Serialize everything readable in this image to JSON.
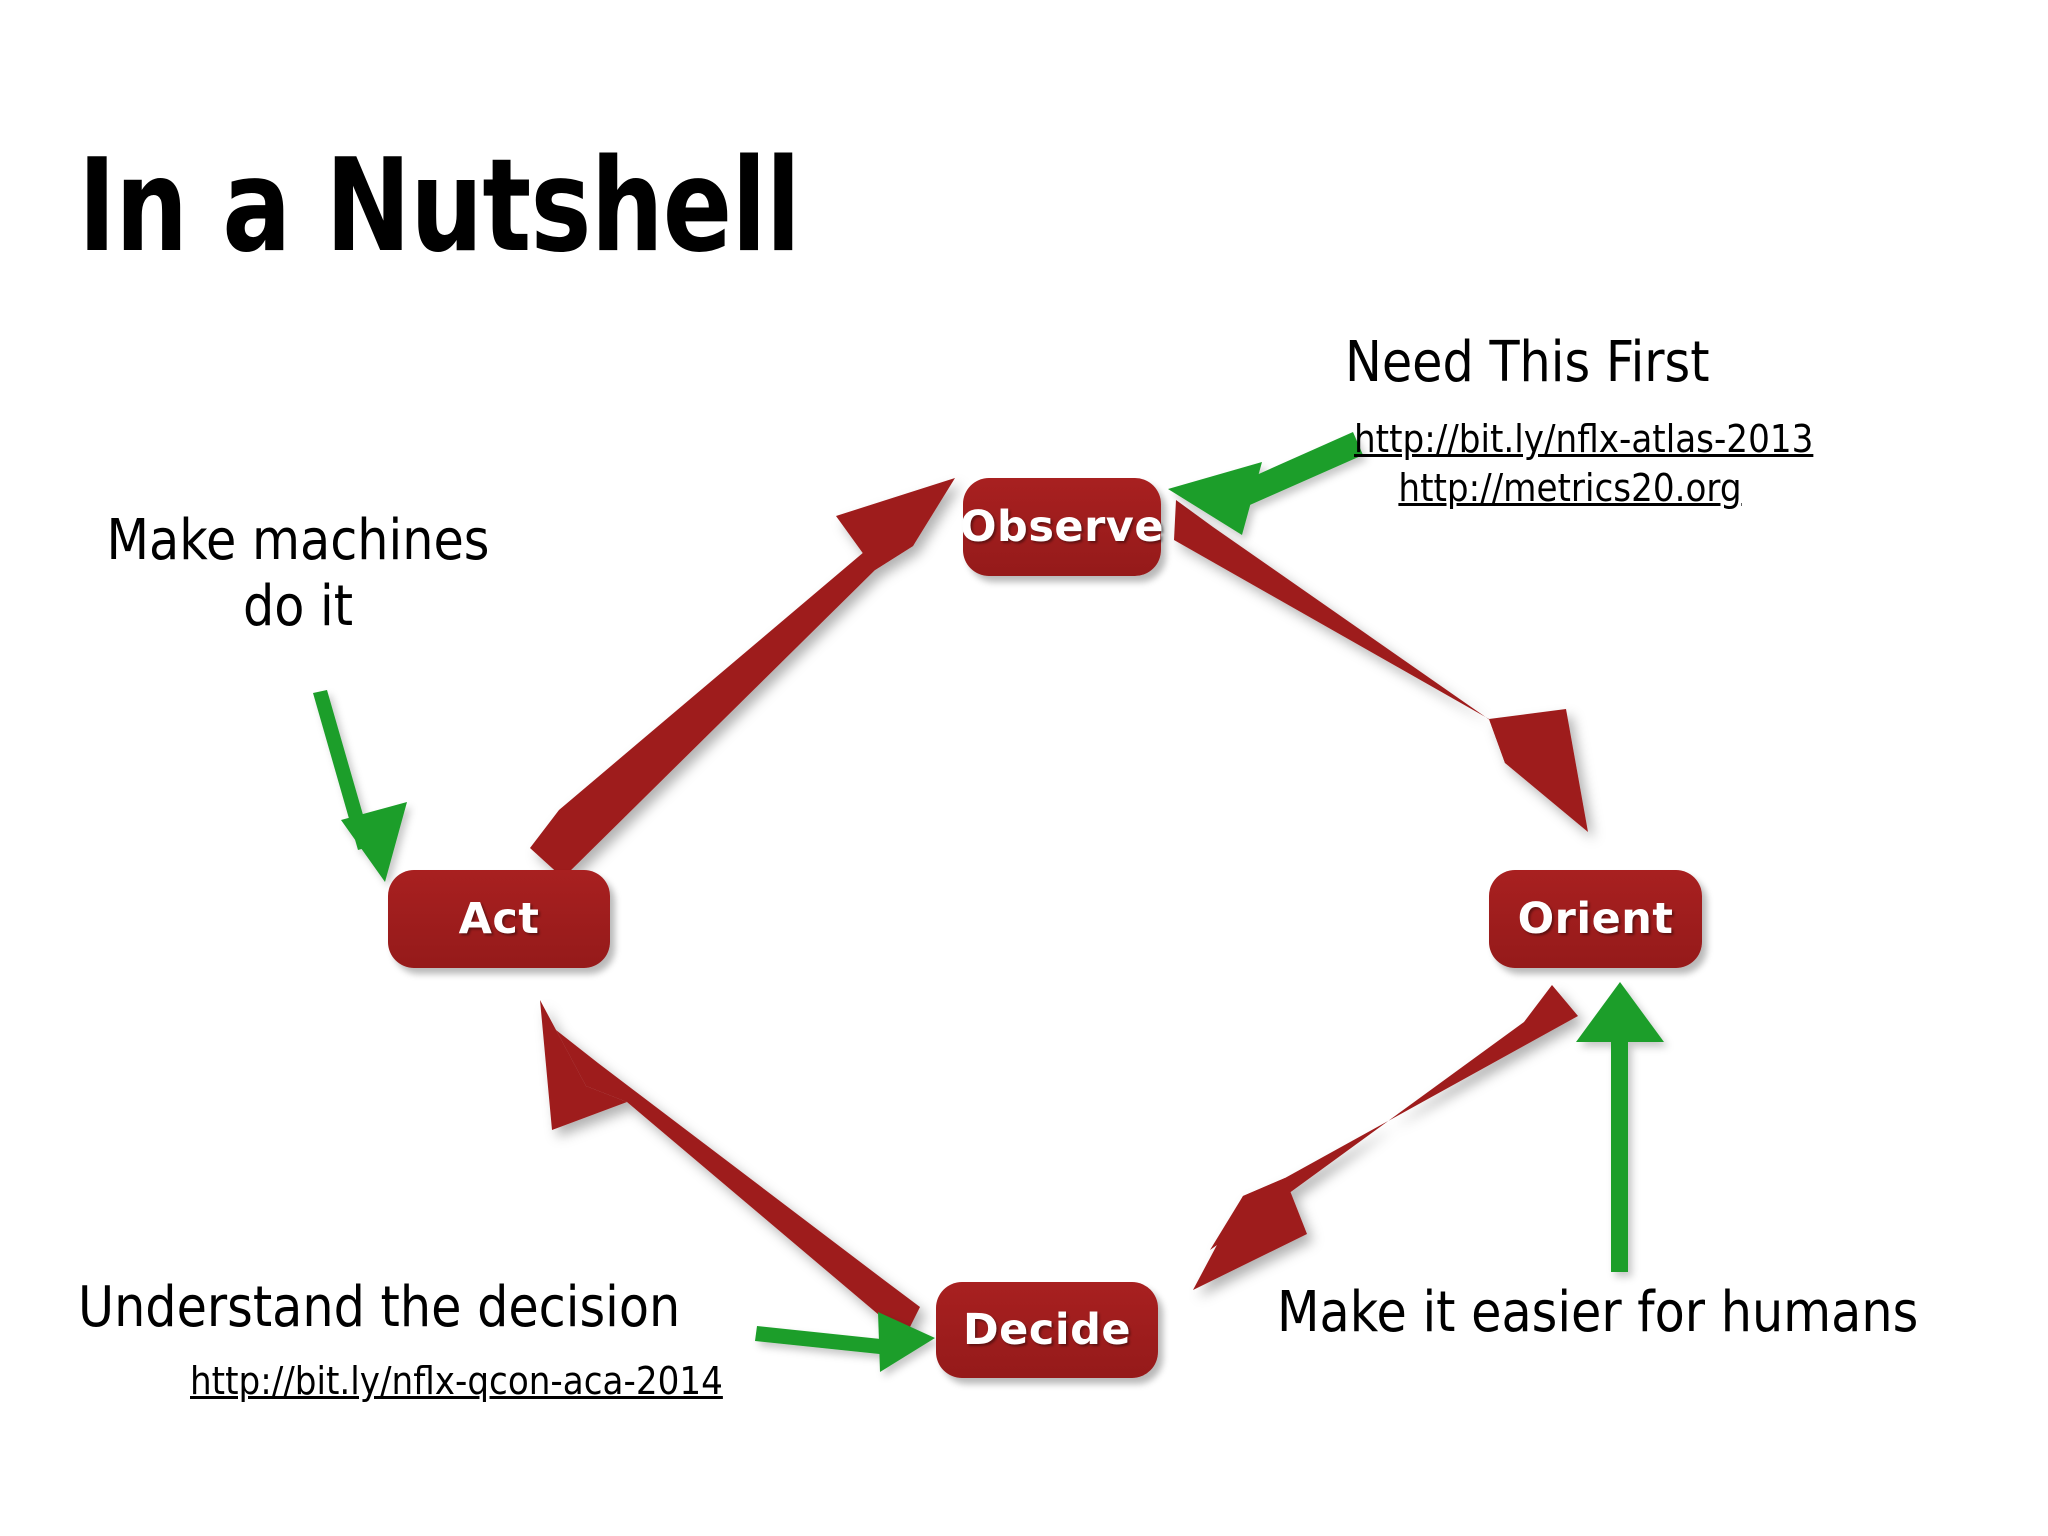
{
  "slide": {
    "title": "In a Nutshell",
    "background_color": "#FFFFFF",
    "node_color": "#9E1B1B",
    "node_text_color": "#FFFFFF",
    "loop_arrow_color": "#9E1B1B",
    "annotation_arrow_color": "#1F9E2B",
    "text_color": "#000000"
  },
  "nodes": {
    "observe": "Observe",
    "orient": "Orient",
    "decide": "Decide",
    "act": "Act"
  },
  "annotations": {
    "need_first": {
      "label": "Need This First",
      "urls": [
        "http://bit.ly/nflx-atlas-2013",
        "http://metrics20.org"
      ]
    },
    "make_machines": {
      "line1": "Make machines",
      "line2": "do it"
    },
    "understand": {
      "label": "Understand the decision",
      "url": "http://bit.ly/nflx-qcon-aca-2014"
    },
    "easier_humans": {
      "label": "Make it easier for humans"
    }
  }
}
